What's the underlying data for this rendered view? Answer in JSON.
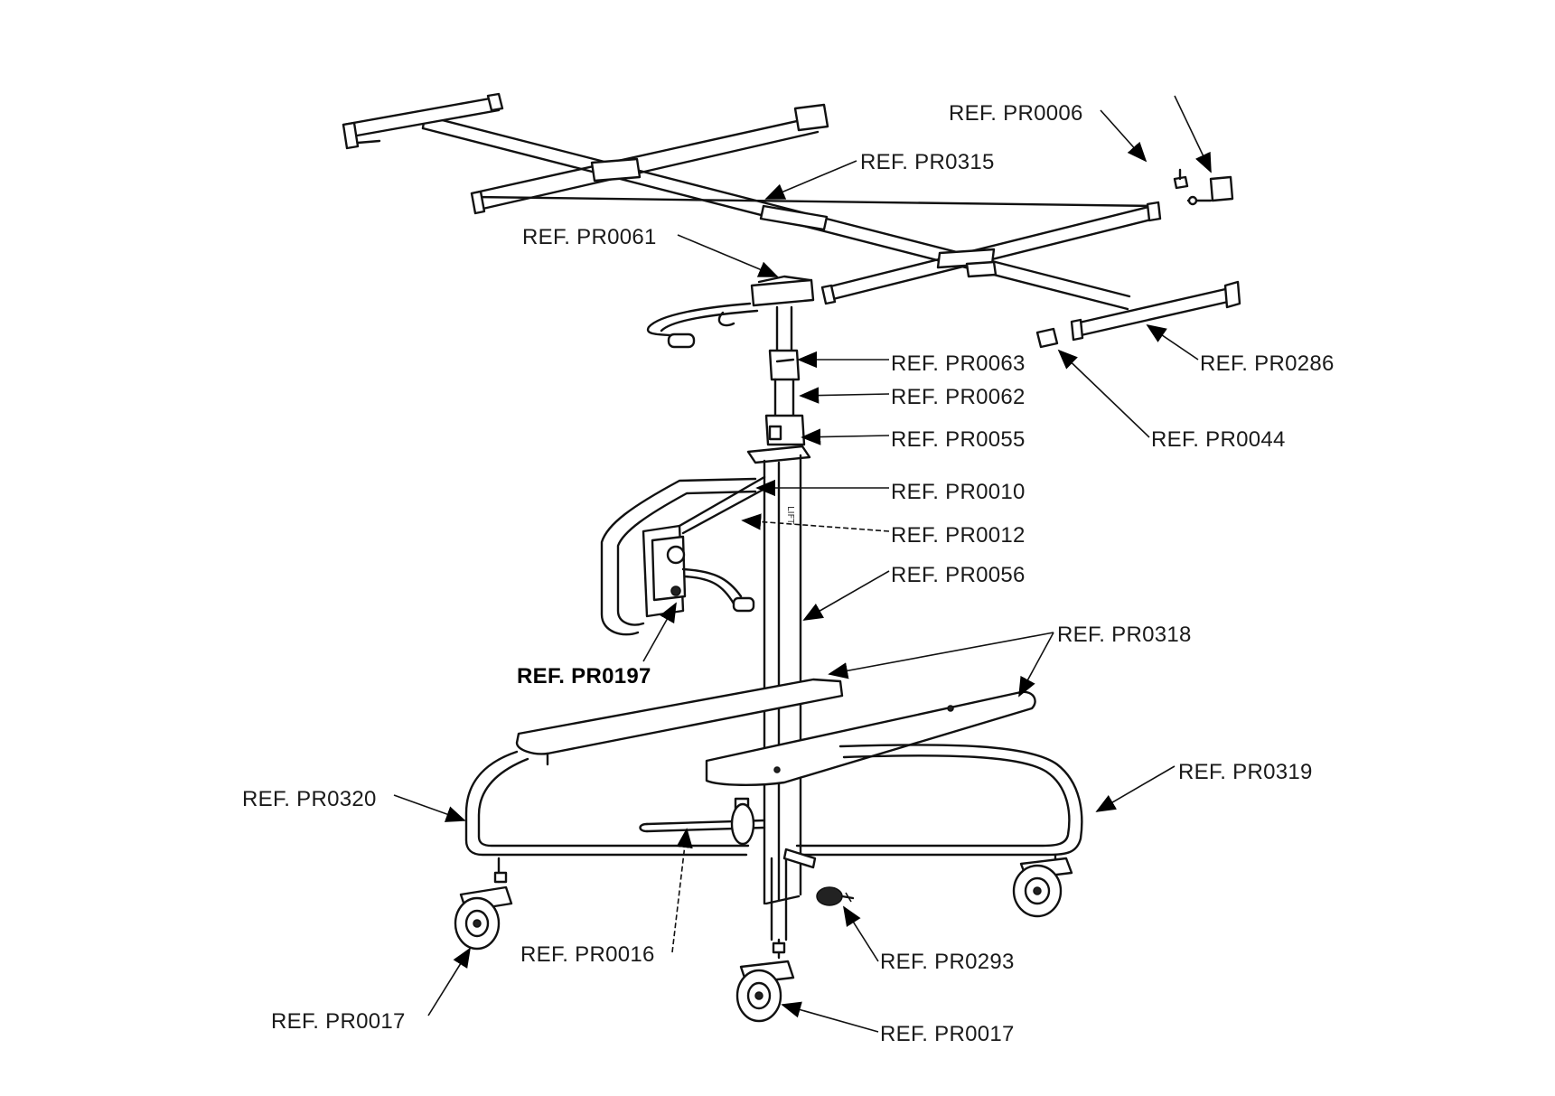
{
  "labels": [
    {
      "id": "pr0006",
      "text": "REF. PR0006"
    },
    {
      "id": "pr0315",
      "text": "REF. PR0315"
    },
    {
      "id": "pr0061",
      "text": "REF. PR0061"
    },
    {
      "id": "pr0063",
      "text": "REF. PR0063"
    },
    {
      "id": "pr0062",
      "text": "REF. PR0062"
    },
    {
      "id": "pr0286",
      "text": "REF. PR0286"
    },
    {
      "id": "pr0055",
      "text": "REF. PR0055"
    },
    {
      "id": "pr0044",
      "text": "REF. PR0044"
    },
    {
      "id": "pr0010",
      "text": "REF. PR0010"
    },
    {
      "id": "pr0012",
      "text": "REF. PR0012"
    },
    {
      "id": "pr0056",
      "text": "REF. PR0056"
    },
    {
      "id": "pr0318",
      "text": "REF. PR0318"
    },
    {
      "id": "pr0197",
      "text": "REF. PR0197"
    },
    {
      "id": "pr0319",
      "text": "REF. PR0319"
    },
    {
      "id": "pr0320",
      "text": "REF. PR0320"
    },
    {
      "id": "pr0016",
      "text": "REF. PR0016"
    },
    {
      "id": "pr0293",
      "text": "REF. PR0293"
    },
    {
      "id": "pr0017a",
      "text": "REF. PR0017"
    },
    {
      "id": "pr0017b",
      "text": "REF. PR0017"
    }
  ]
}
